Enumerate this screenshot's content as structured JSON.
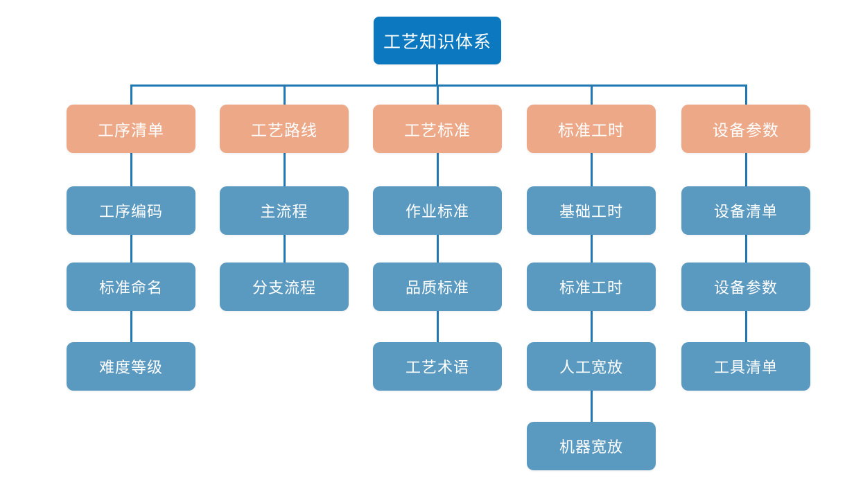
{
  "diagram": {
    "title": "工艺知识体系",
    "type": "tree-hierarchy",
    "colors": {
      "root": "#0b78bf",
      "level1": "#eda888",
      "level2": "#5b9ac0",
      "connector": "#1f77b4",
      "background": "#ffffff",
      "text": "#ffffff"
    },
    "root": {
      "label": "工艺知识体系"
    },
    "branches": [
      {
        "label": "工序清单",
        "children": [
          {
            "label": "工序编码"
          },
          {
            "label": "标准命名"
          },
          {
            "label": "难度等级"
          }
        ]
      },
      {
        "label": "工艺路线",
        "children": [
          {
            "label": "主流程"
          },
          {
            "label": "分支流程"
          }
        ]
      },
      {
        "label": "工艺标准",
        "children": [
          {
            "label": "作业标准"
          },
          {
            "label": "品质标准"
          },
          {
            "label": "工艺术语"
          }
        ]
      },
      {
        "label": "标准工时",
        "children": [
          {
            "label": "基础工时"
          },
          {
            "label": "标准工时"
          },
          {
            "label": "人工宽放"
          },
          {
            "label": "机器宽放"
          }
        ]
      },
      {
        "label": "设备参数",
        "children": [
          {
            "label": "设备清单"
          },
          {
            "label": "设备参数"
          },
          {
            "label": "工具清单"
          }
        ]
      }
    ]
  }
}
